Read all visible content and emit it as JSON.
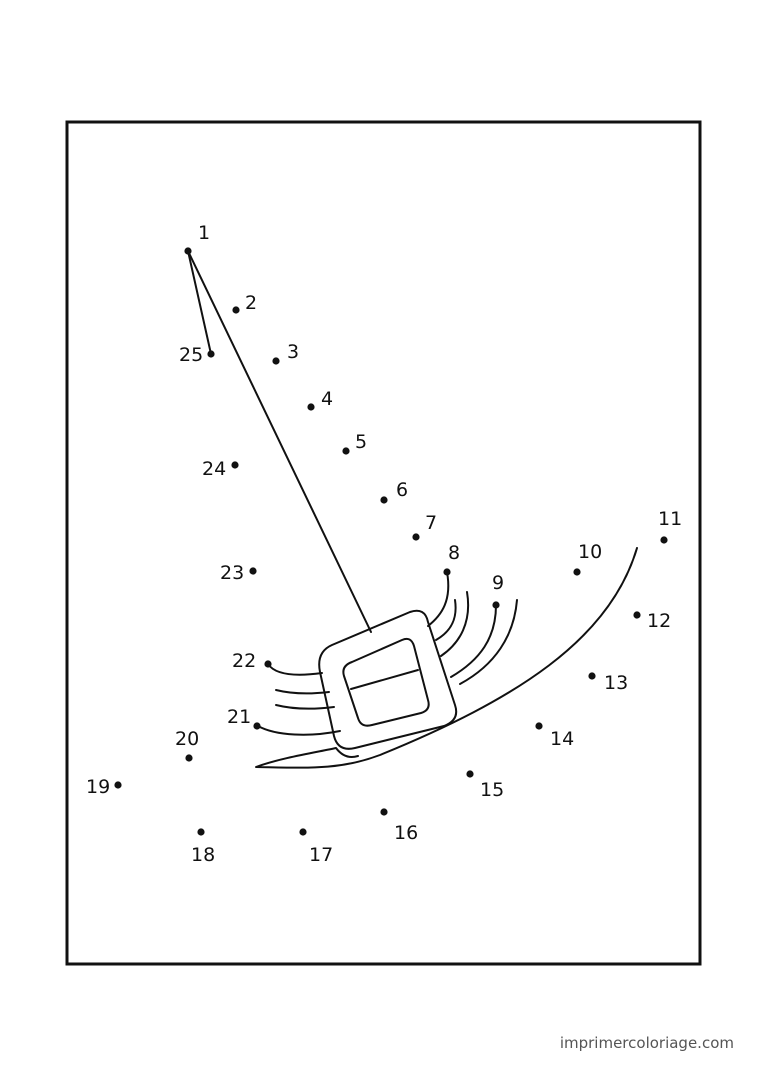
{
  "worksheet": {
    "type": "connect-the-dots",
    "ink_color": "#111111",
    "dot_count": 25,
    "dots": [
      {
        "n": "1"
      },
      {
        "n": "2"
      },
      {
        "n": "3"
      },
      {
        "n": "4"
      },
      {
        "n": "5"
      },
      {
        "n": "6"
      },
      {
        "n": "7"
      },
      {
        "n": "8"
      },
      {
        "n": "9"
      },
      {
        "n": "10"
      },
      {
        "n": "11"
      },
      {
        "n": "12"
      },
      {
        "n": "13"
      },
      {
        "n": "14"
      },
      {
        "n": "15"
      },
      {
        "n": "16"
      },
      {
        "n": "17"
      },
      {
        "n": "18"
      },
      {
        "n": "19"
      },
      {
        "n": "20"
      },
      {
        "n": "21"
      },
      {
        "n": "22"
      },
      {
        "n": "23"
      },
      {
        "n": "24"
      },
      {
        "n": "25"
      }
    ]
  },
  "footer": {
    "site": "imprimercoloriage.com"
  }
}
